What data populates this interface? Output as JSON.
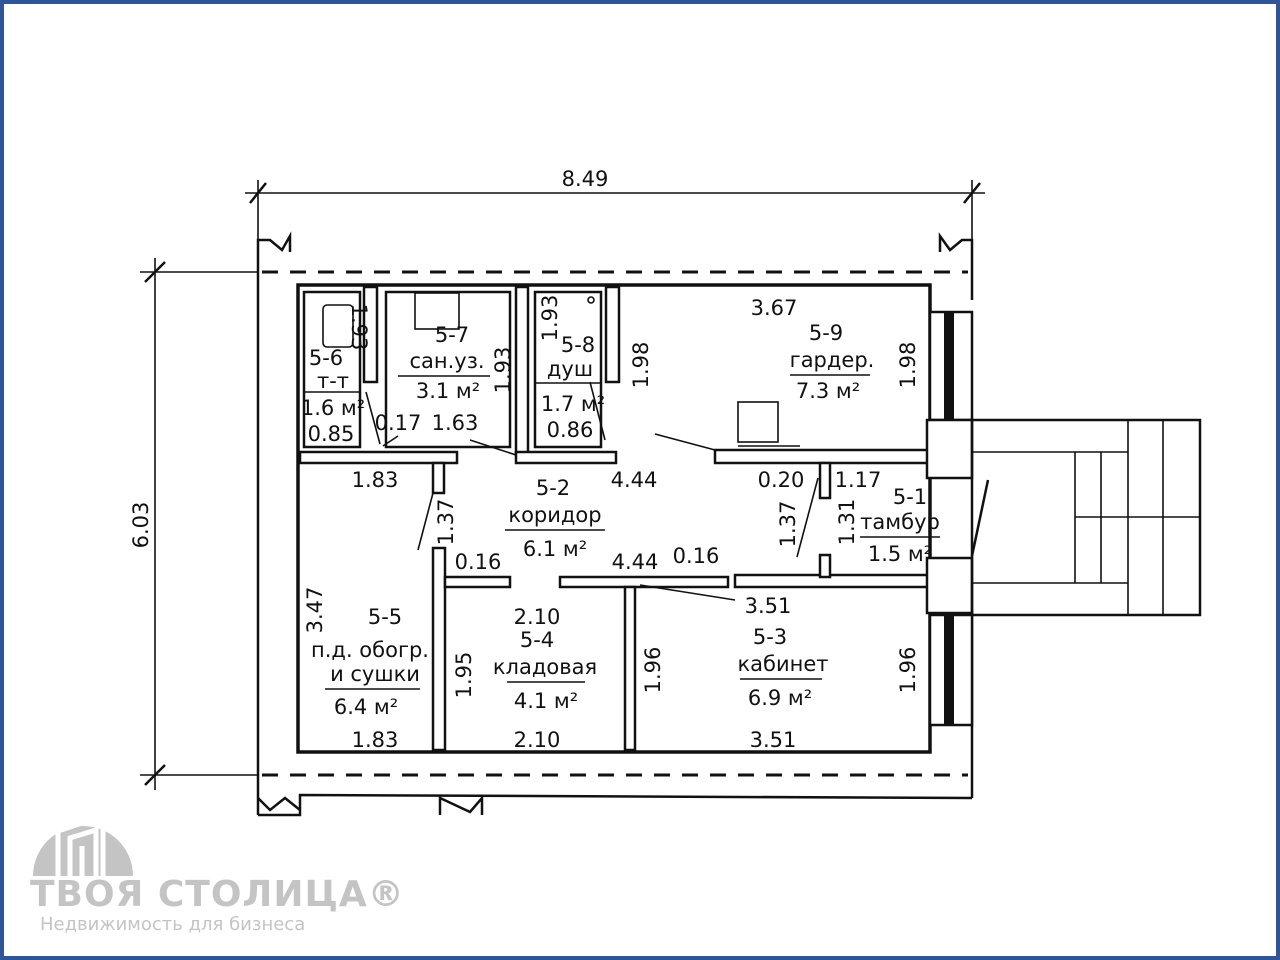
{
  "dimensions": {
    "total_width": "8.49",
    "total_height": "6.03"
  },
  "rooms": {
    "r56": {
      "id": "5-6",
      "name": "т-т",
      "area": "1.6 м²",
      "dims": [
        "1.93",
        "0.85"
      ]
    },
    "r57": {
      "id": "5-7",
      "name": "сан.уз.",
      "area": "3.1 м²",
      "dims": [
        "1.93",
        "0.17",
        "1.63"
      ]
    },
    "r58": {
      "id": "5-8",
      "name": "душ",
      "area": "1.7 м²",
      "dims": [
        "1.93",
        "0.86"
      ]
    },
    "r59": {
      "id": "5-9",
      "name": "гардер.",
      "area": "7.3 м²",
      "dims": [
        "3.67",
        "1.98",
        "1.98"
      ]
    },
    "r52": {
      "id": "5-2",
      "name": "коридор",
      "area": "6.1 м²",
      "dims": [
        "1.83",
        "4.44",
        "1.37",
        "0.16",
        "4.44",
        "0.16"
      ]
    },
    "r51": {
      "id": "5-1",
      "name": "тамбур",
      "area": "1.5 м²",
      "dims": [
        "0.20",
        "1.17",
        "1.37",
        "1.31"
      ]
    },
    "r55": {
      "id": "5-5",
      "name": "п.д. обогр.",
      "name2": "и сушки",
      "area": "6.4 м²",
      "dims": [
        "3.47",
        "1.83"
      ]
    },
    "r54": {
      "id": "5-4",
      "name": "кладовая",
      "area": "4.1 м²",
      "dims": [
        "2.10",
        "1.95",
        "2.10"
      ]
    },
    "r53": {
      "id": "5-3",
      "name": "кабинет",
      "area": "6.9 м²",
      "dims": [
        "3.51",
        "1.96",
        "1.96",
        "3.51"
      ]
    }
  },
  "logo": {
    "brand": "ТВОЯ СТОЛИЦА®",
    "tagline": "Недвижимость для бизнеса"
  },
  "colors": {
    "border": "#2f5597",
    "logo": "#c4c4c4"
  }
}
